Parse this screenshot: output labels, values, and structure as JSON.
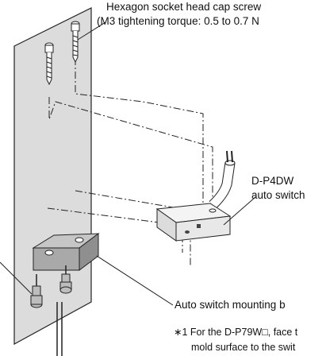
{
  "labels": {
    "screw_name": "Hexagon socket head cap screw",
    "screw_torque": "(M3 tightening torque: 0.5 to 0.7 N",
    "switch_model": "D-P4DW",
    "switch_type": "auto switch",
    "bracket": "Auto switch mounting b",
    "note_line1": "∗1  For the D-P79W□, face t",
    "note_line2": "mold surface to the swit"
  }
}
